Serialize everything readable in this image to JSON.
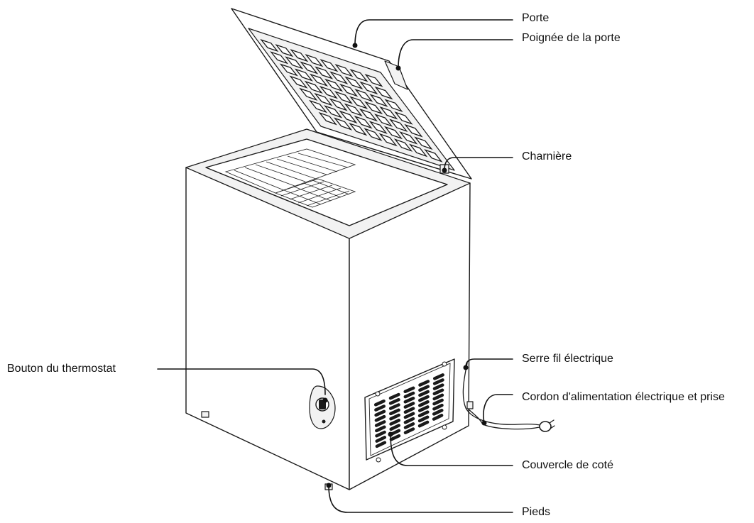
{
  "labels": {
    "porte": "Porte",
    "poignee": "Poignée de la porte",
    "charniere": "Charnière",
    "serre_fil": "Serre fil électrique",
    "cordon": "Cordon d'alimentation électrique et prise",
    "couvercle": "Couvercle de coté",
    "pieds": "Pieds",
    "thermostat": "Bouton du thermostat"
  }
}
